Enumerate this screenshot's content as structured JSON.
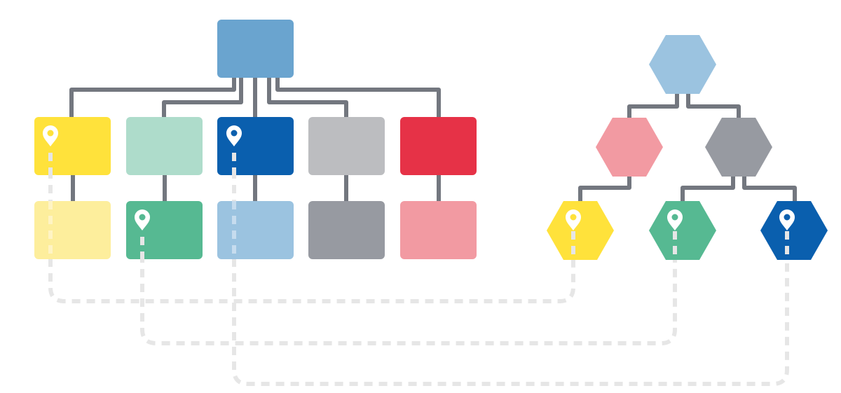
{
  "colors": {
    "background": "#ffffff",
    "connector": "#73777f",
    "dashed_link": "#e6e6e6",
    "pin_on_dark": "#ffffff",
    "hole_on_blue": "#0a5fae"
  },
  "left_tree": {
    "root": {
      "color": "#6aa4cf"
    },
    "columns": [
      {
        "top": {
          "color": "#ffe23b",
          "icon": "map-pin-icon"
        },
        "bottom": {
          "color": "#fdee9c"
        }
      },
      {
        "top": {
          "color": "#aedccb"
        },
        "bottom": {
          "color": "#56b992",
          "icon": "map-pin-icon"
        }
      },
      {
        "top": {
          "color": "#0a5fae",
          "icon": "map-pin-icon"
        },
        "bottom": {
          "color": "#9bc3e0"
        }
      },
      {
        "top": {
          "color": "#bcbdc0"
        },
        "bottom": {
          "color": "#979aa1"
        }
      },
      {
        "top": {
          "color": "#e63247"
        },
        "bottom": {
          "color": "#f29aa2"
        }
      }
    ]
  },
  "right_tree": {
    "root": {
      "color": "#9bc3e0"
    },
    "level2": [
      {
        "color": "#f29aa2"
      },
      {
        "color": "#979aa1"
      }
    ],
    "leaves": [
      {
        "color": "#ffe23b",
        "icon": "map-pin-icon"
      },
      {
        "color": "#56b992",
        "icon": "map-pin-icon"
      },
      {
        "color": "#0a5fae",
        "icon": "map-pin-icon"
      }
    ]
  },
  "links": [
    {
      "from": "left-column-1-top",
      "to": "right-leaf-1"
    },
    {
      "from": "left-column-2-bottom",
      "to": "right-leaf-2"
    },
    {
      "from": "left-column-3-top",
      "to": "right-leaf-3"
    }
  ]
}
